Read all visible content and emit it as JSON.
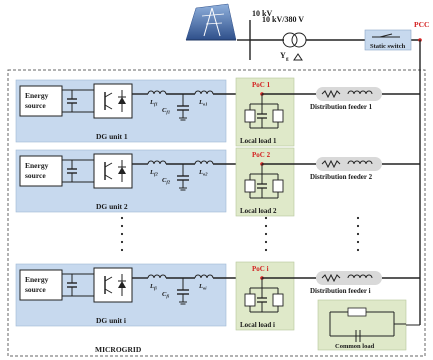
{
  "grid": {
    "voltage_hv": "10 kV",
    "transformer_label": "10 kV/380 V",
    "transformer_winding": "Y",
    "transformer_winding_sub": "g",
    "static_switch": "Static switch",
    "pcc": "PCC"
  },
  "microgrid_label": "MICROGRID",
  "energy_source_line1": "Energy",
  "energy_source_line2": "source",
  "units": [
    {
      "dg": "DG unit 1",
      "poc": "PoC 1",
      "load": "Local load 1",
      "feeder": "Distribution feeder 1",
      "lf": "L",
      "lf_sub": "f1",
      "cf": "C",
      "cf_sub": "f1",
      "lo": "L",
      "lo_sub": "o1"
    },
    {
      "dg": "DG unit 2",
      "poc": "PoC 2",
      "load": "Local load 2",
      "feeder": "Distribution feeder 2",
      "lf": "L",
      "lf_sub": "f2",
      "cf": "C",
      "cf_sub": "f2",
      "lo": "L",
      "lo_sub": "o2"
    },
    {
      "dg": "DG unit i",
      "poc": "PoC i",
      "load": "Local load i",
      "feeder": "Distribution feeder i",
      "lf": "L",
      "lf_sub": "fi",
      "cf": "C",
      "cf_sub": "fi",
      "lo": "L",
      "lo_sub": "oi"
    }
  ],
  "common_load": "Common load",
  "colors": {
    "dg_panel": "#c7d9ee",
    "load_panel": "#dfe9c9",
    "feeder_pill": "#d9d9d9",
    "common_load_panel": "#dfe9c9",
    "poc_text": "#d42020",
    "pcc_text": "#d42020",
    "tower_sky": "#4f6fa8"
  }
}
